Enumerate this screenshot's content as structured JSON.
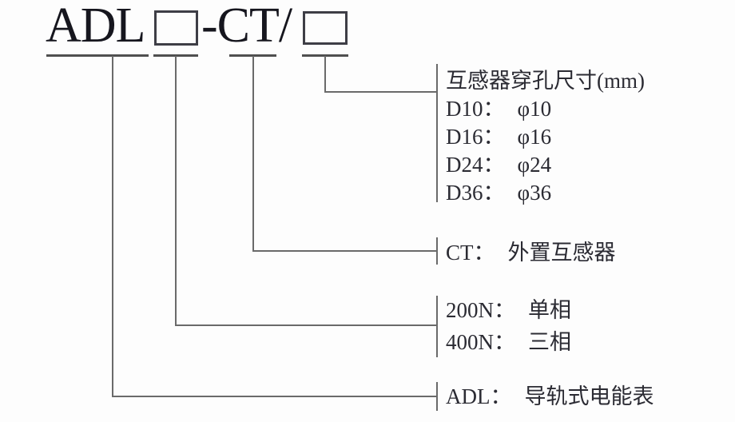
{
  "model_diagram": {
    "title": {
      "prefix": "ADL",
      "middle": "-CT/"
    },
    "branches": [
      {
        "id": "hole-size",
        "header": "互感器穿孔尺寸(mm)",
        "options": [
          {
            "code": "D10：",
            "desc": "φ10"
          },
          {
            "code": "D16：",
            "desc": "φ16"
          },
          {
            "code": "D24：",
            "desc": "φ24"
          },
          {
            "code": "D36：",
            "desc": "φ36"
          }
        ]
      },
      {
        "id": "ct",
        "options": [
          {
            "code": "CT：",
            "desc": "外置互感器"
          }
        ]
      },
      {
        "id": "phase",
        "options": [
          {
            "code": "200N：",
            "desc": "单相"
          },
          {
            "code": "400N：",
            "desc": "三相"
          }
        ]
      },
      {
        "id": "series",
        "options": [
          {
            "code": "ADL：",
            "desc": "导轨式电能表"
          }
        ]
      }
    ],
    "colors": {
      "background": "#fdfdfd",
      "title_text": "#16161e",
      "label_text": "#2b2b33",
      "connector_line": "#6a6a6a",
      "underline": "#4f4f4f",
      "box_border": "#3e3e46"
    }
  }
}
